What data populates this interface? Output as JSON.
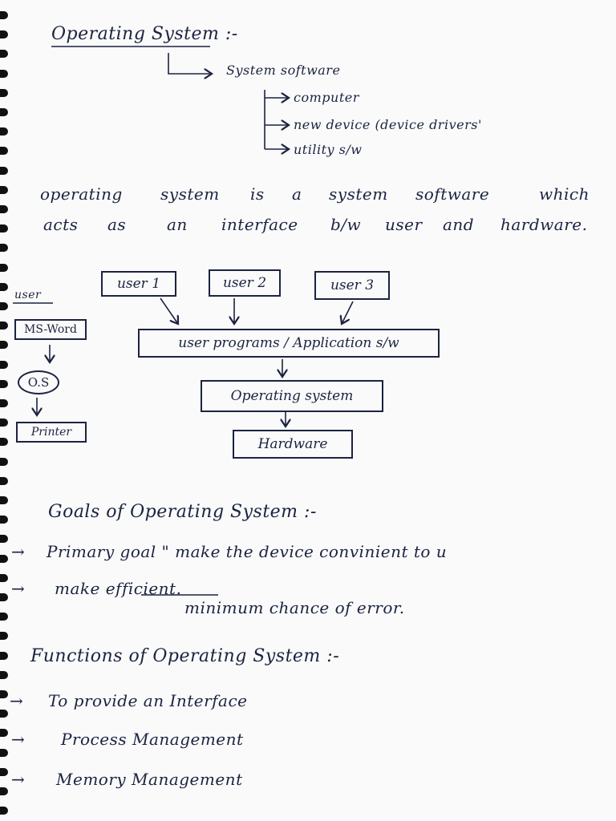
{
  "title": "Operating System :-",
  "tree": {
    "root": "System software",
    "children": [
      "computer",
      "new device (device drivers'",
      "utility s/w"
    ]
  },
  "definition": {
    "line1": [
      "operating",
      "system",
      "is",
      "a",
      "system",
      "software",
      "which"
    ],
    "line2": [
      "acts",
      "as",
      "an",
      "interface",
      "b/w",
      "user",
      "and",
      "hardware."
    ]
  },
  "diagram": {
    "users": [
      "user 1",
      "user 2",
      "user 3"
    ],
    "programs": "user programs / Application s/w",
    "os": "Operating system",
    "hardware": "Hardware"
  },
  "side_example": {
    "label": "user",
    "app": "MS-Word",
    "os": "O.S",
    "device": "Printer"
  },
  "goals": {
    "heading": "Goals of Operating System :-",
    "items": [
      {
        "arrow": "→",
        "text": "Primary goal \" make the device convinient to u"
      },
      {
        "arrow": "→",
        "text": "make efficient."
      }
    ],
    "note": "minimum chance of error."
  },
  "functions": {
    "heading": "Functions of Operating System :-",
    "items": [
      {
        "arrow": "→",
        "text": "To provide an Interface"
      },
      {
        "arrow": "→",
        "text": "Process Management"
      },
      {
        "arrow": "→",
        "text": "Memory Management"
      }
    ]
  }
}
